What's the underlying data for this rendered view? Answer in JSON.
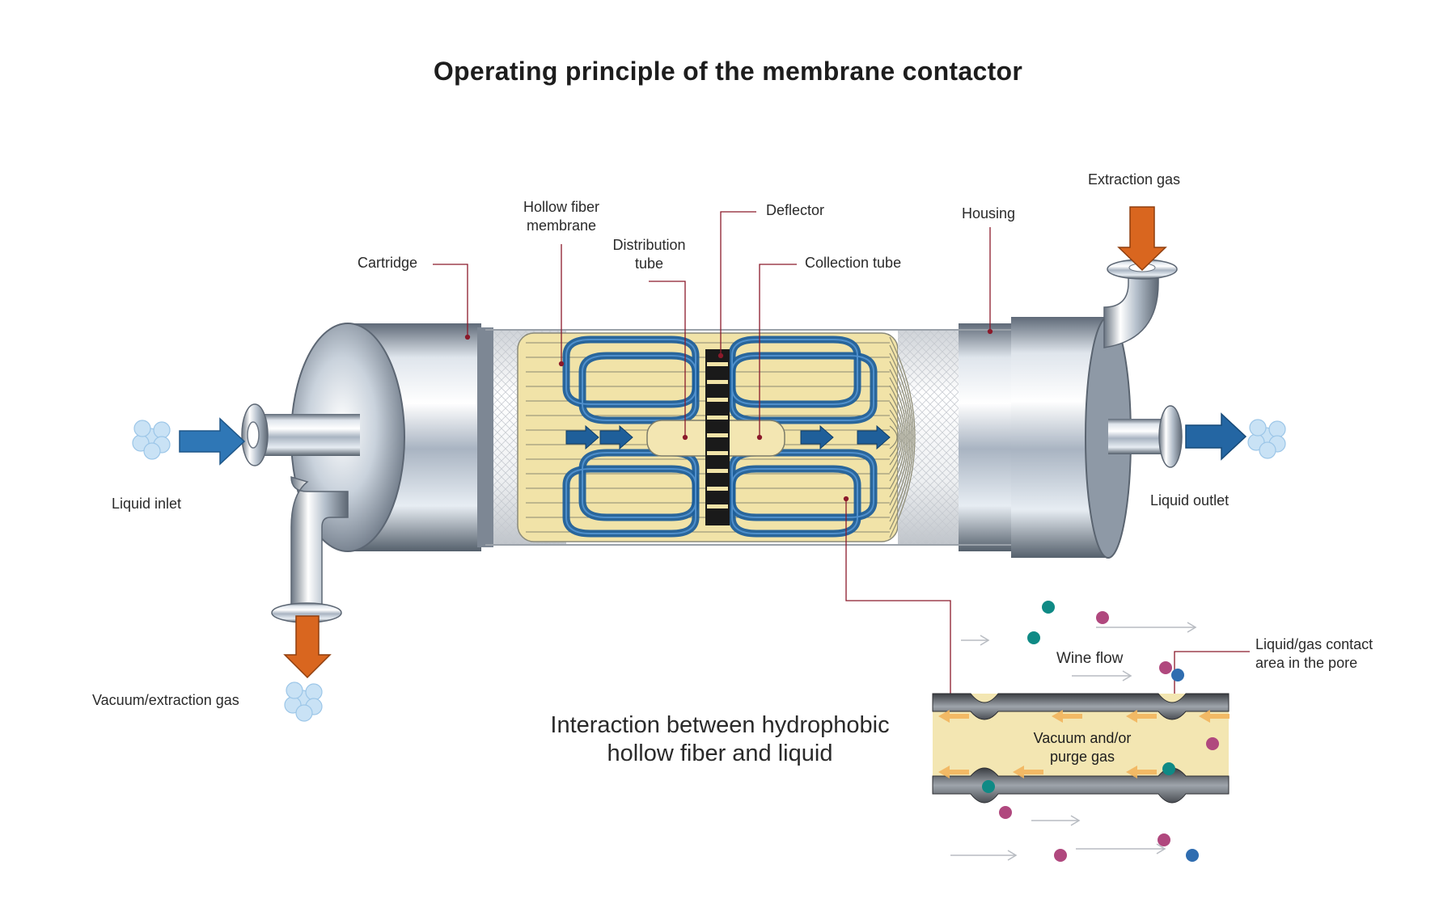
{
  "title": "Operating principle of the membrane contactor",
  "labels": {
    "cartridge": "Cartridge",
    "hollow_fiber_line1": "Hollow fiber",
    "hollow_fiber_line2": "membrane",
    "distribution_line1": "Distribution",
    "distribution_line2": "tube",
    "deflector": "Deflector",
    "collection_tube": "Collection tube",
    "housing": "Housing",
    "extraction_gas": "Extraction gas",
    "liquid_inlet": "Liquid inlet",
    "liquid_outlet": "Liquid outlet",
    "vacuum_extraction_gas": "Vacuum/extraction gas"
  },
  "inset": {
    "wine_flow": "Wine flow",
    "contact_line1": "Liquid/gas contact",
    "contact_line2": "area in the pore",
    "vacuum_line1": "Vacuum and/or",
    "vacuum_line2": "purge gas"
  },
  "subtitle": {
    "line1": "Interaction between hydrophobic",
    "line2": "hollow fiber and liquid"
  },
  "colors": {
    "leader_line": "#8b1a2b",
    "blue_arrow": "#2f77b6",
    "orange_arrow": "#d9661f",
    "fiber_blue": "#1f5f9a",
    "fiber_fill": "#f1e3a8",
    "molecule_teal": "#0f8a85",
    "molecule_magenta": "#b0487e",
    "molecule_blue": "#2f6db0"
  }
}
